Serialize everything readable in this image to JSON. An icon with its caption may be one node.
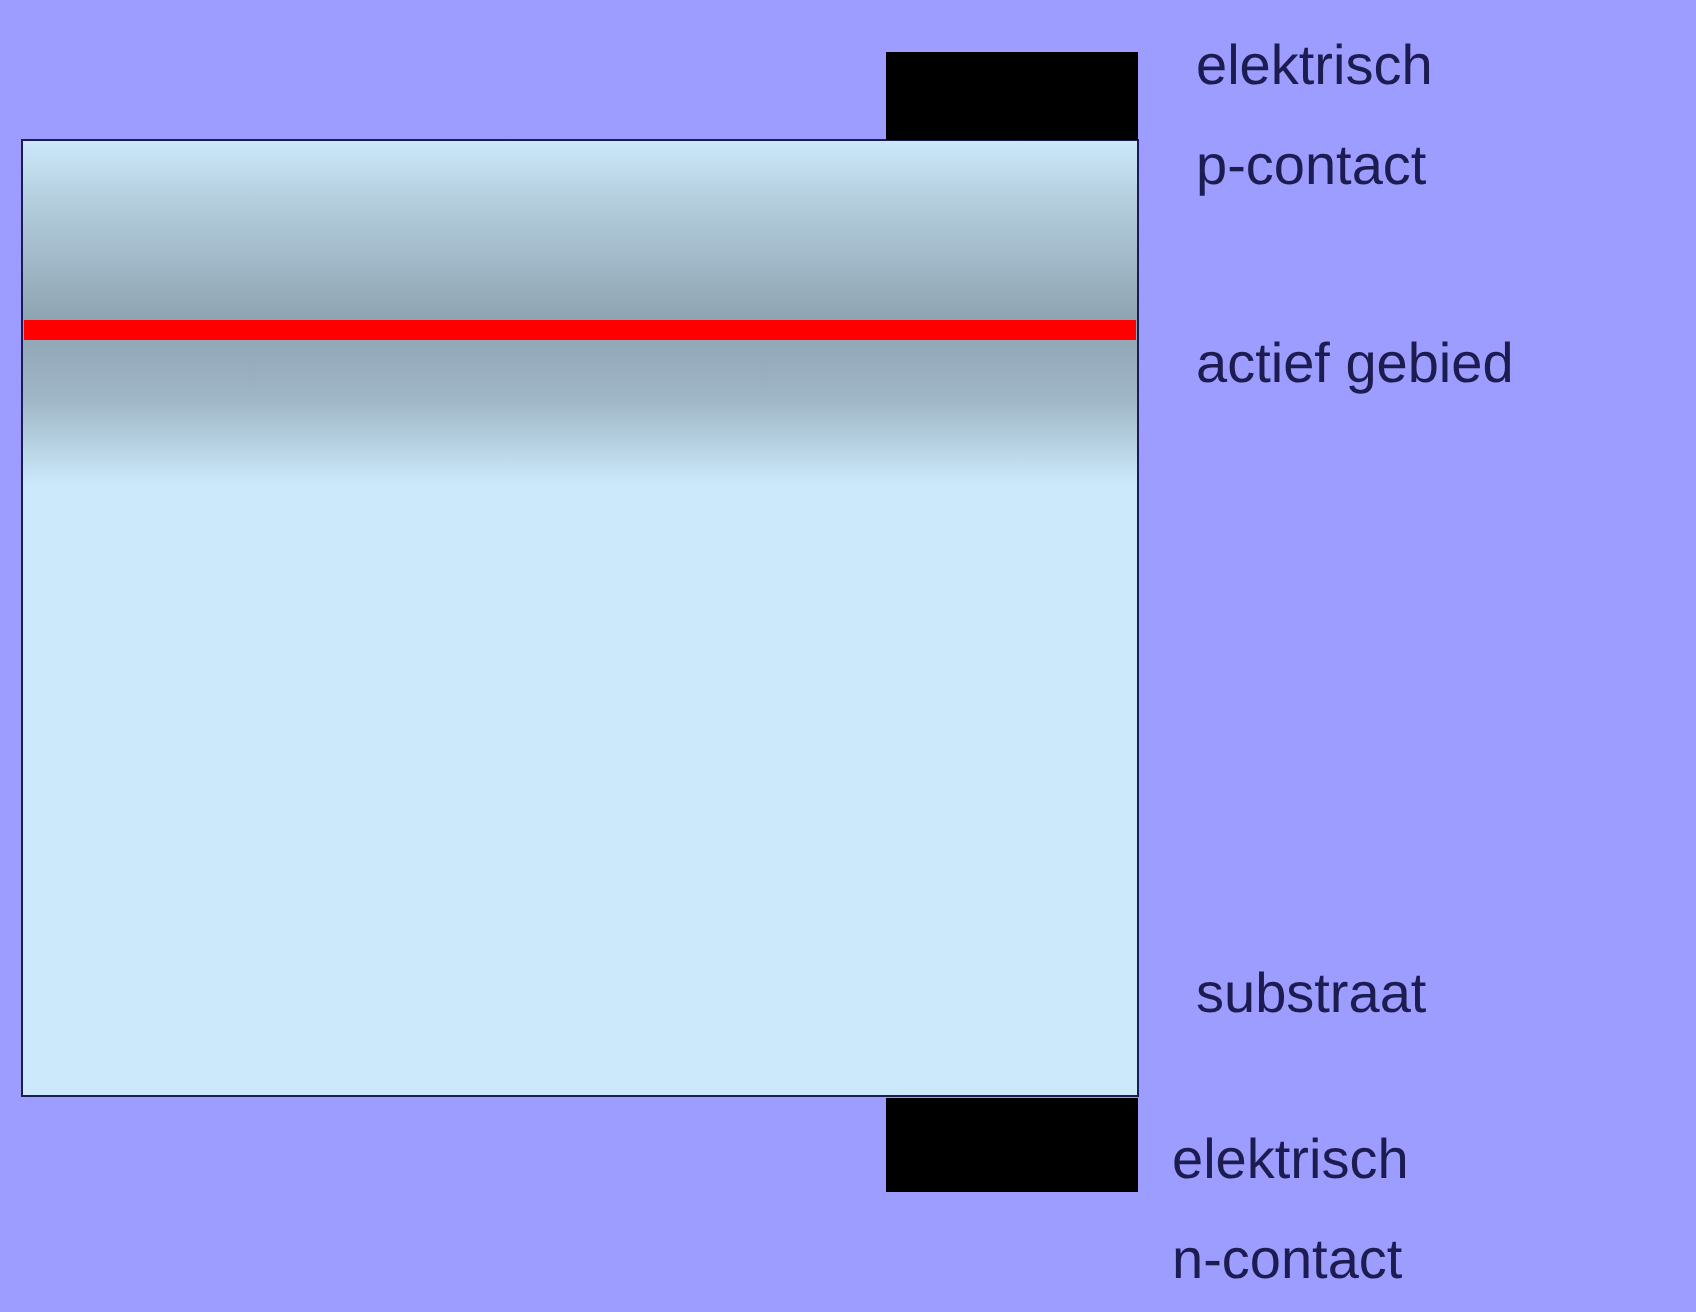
{
  "diagram": {
    "labels": [
      "elektrisch p-contact",
      "actief gebied",
      "substraat",
      "elektrisch n-contact"
    ]
  }
}
